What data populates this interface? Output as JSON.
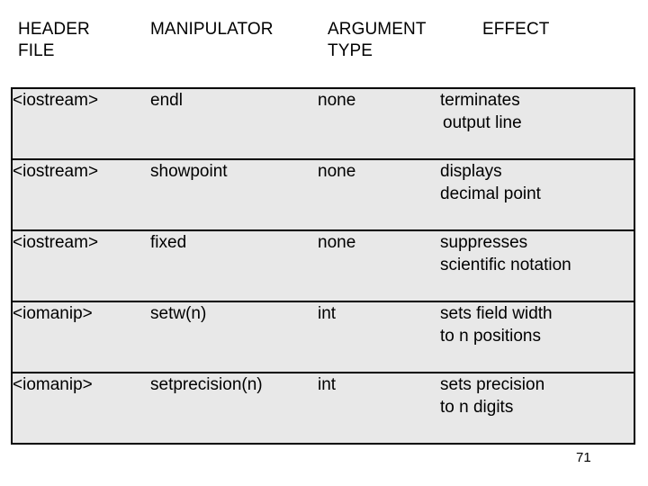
{
  "slide": {
    "page_number": "71"
  },
  "column_headers": {
    "header_file": "HEADER\nFILE",
    "manipulator": "MANIPULATOR",
    "argument_type": "ARGUMENT\nTYPE",
    "effect": "EFFECT"
  },
  "table": {
    "columns": [
      "HEADER FILE",
      "MANIPULATOR",
      "ARGUMENT TYPE",
      "EFFECT"
    ],
    "rows": [
      {
        "header_file": "<iostream>",
        "manipulator": "endl",
        "argument_type": "none",
        "effect_line1": "terminates",
        "effect_line2": "output line"
      },
      {
        "header_file": "<iostream>",
        "manipulator": "showpoint",
        "argument_type": "none",
        "effect_line1": "displays",
        "effect_line2": "decimal point"
      },
      {
        "header_file": "<iostream>",
        "manipulator": "fixed",
        "argument_type": "none",
        "effect_line1": "suppresses",
        "effect_line2": "scientific notation"
      },
      {
        "header_file": "<iomanip>",
        "manipulator": "setw(n)",
        "argument_type": "int",
        "effect_line1": "sets field width",
        "effect_line2": "to n positions"
      },
      {
        "header_file": "<iomanip>",
        "manipulator": "setprecision(n)",
        "argument_type": "int",
        "effect_line1": "sets precision",
        "effect_line2": "to n digits"
      }
    ]
  },
  "colors": {
    "cell_background": "#e8e8e8",
    "border": "#000000",
    "text": "#000000",
    "page_background": "#ffffff"
  }
}
